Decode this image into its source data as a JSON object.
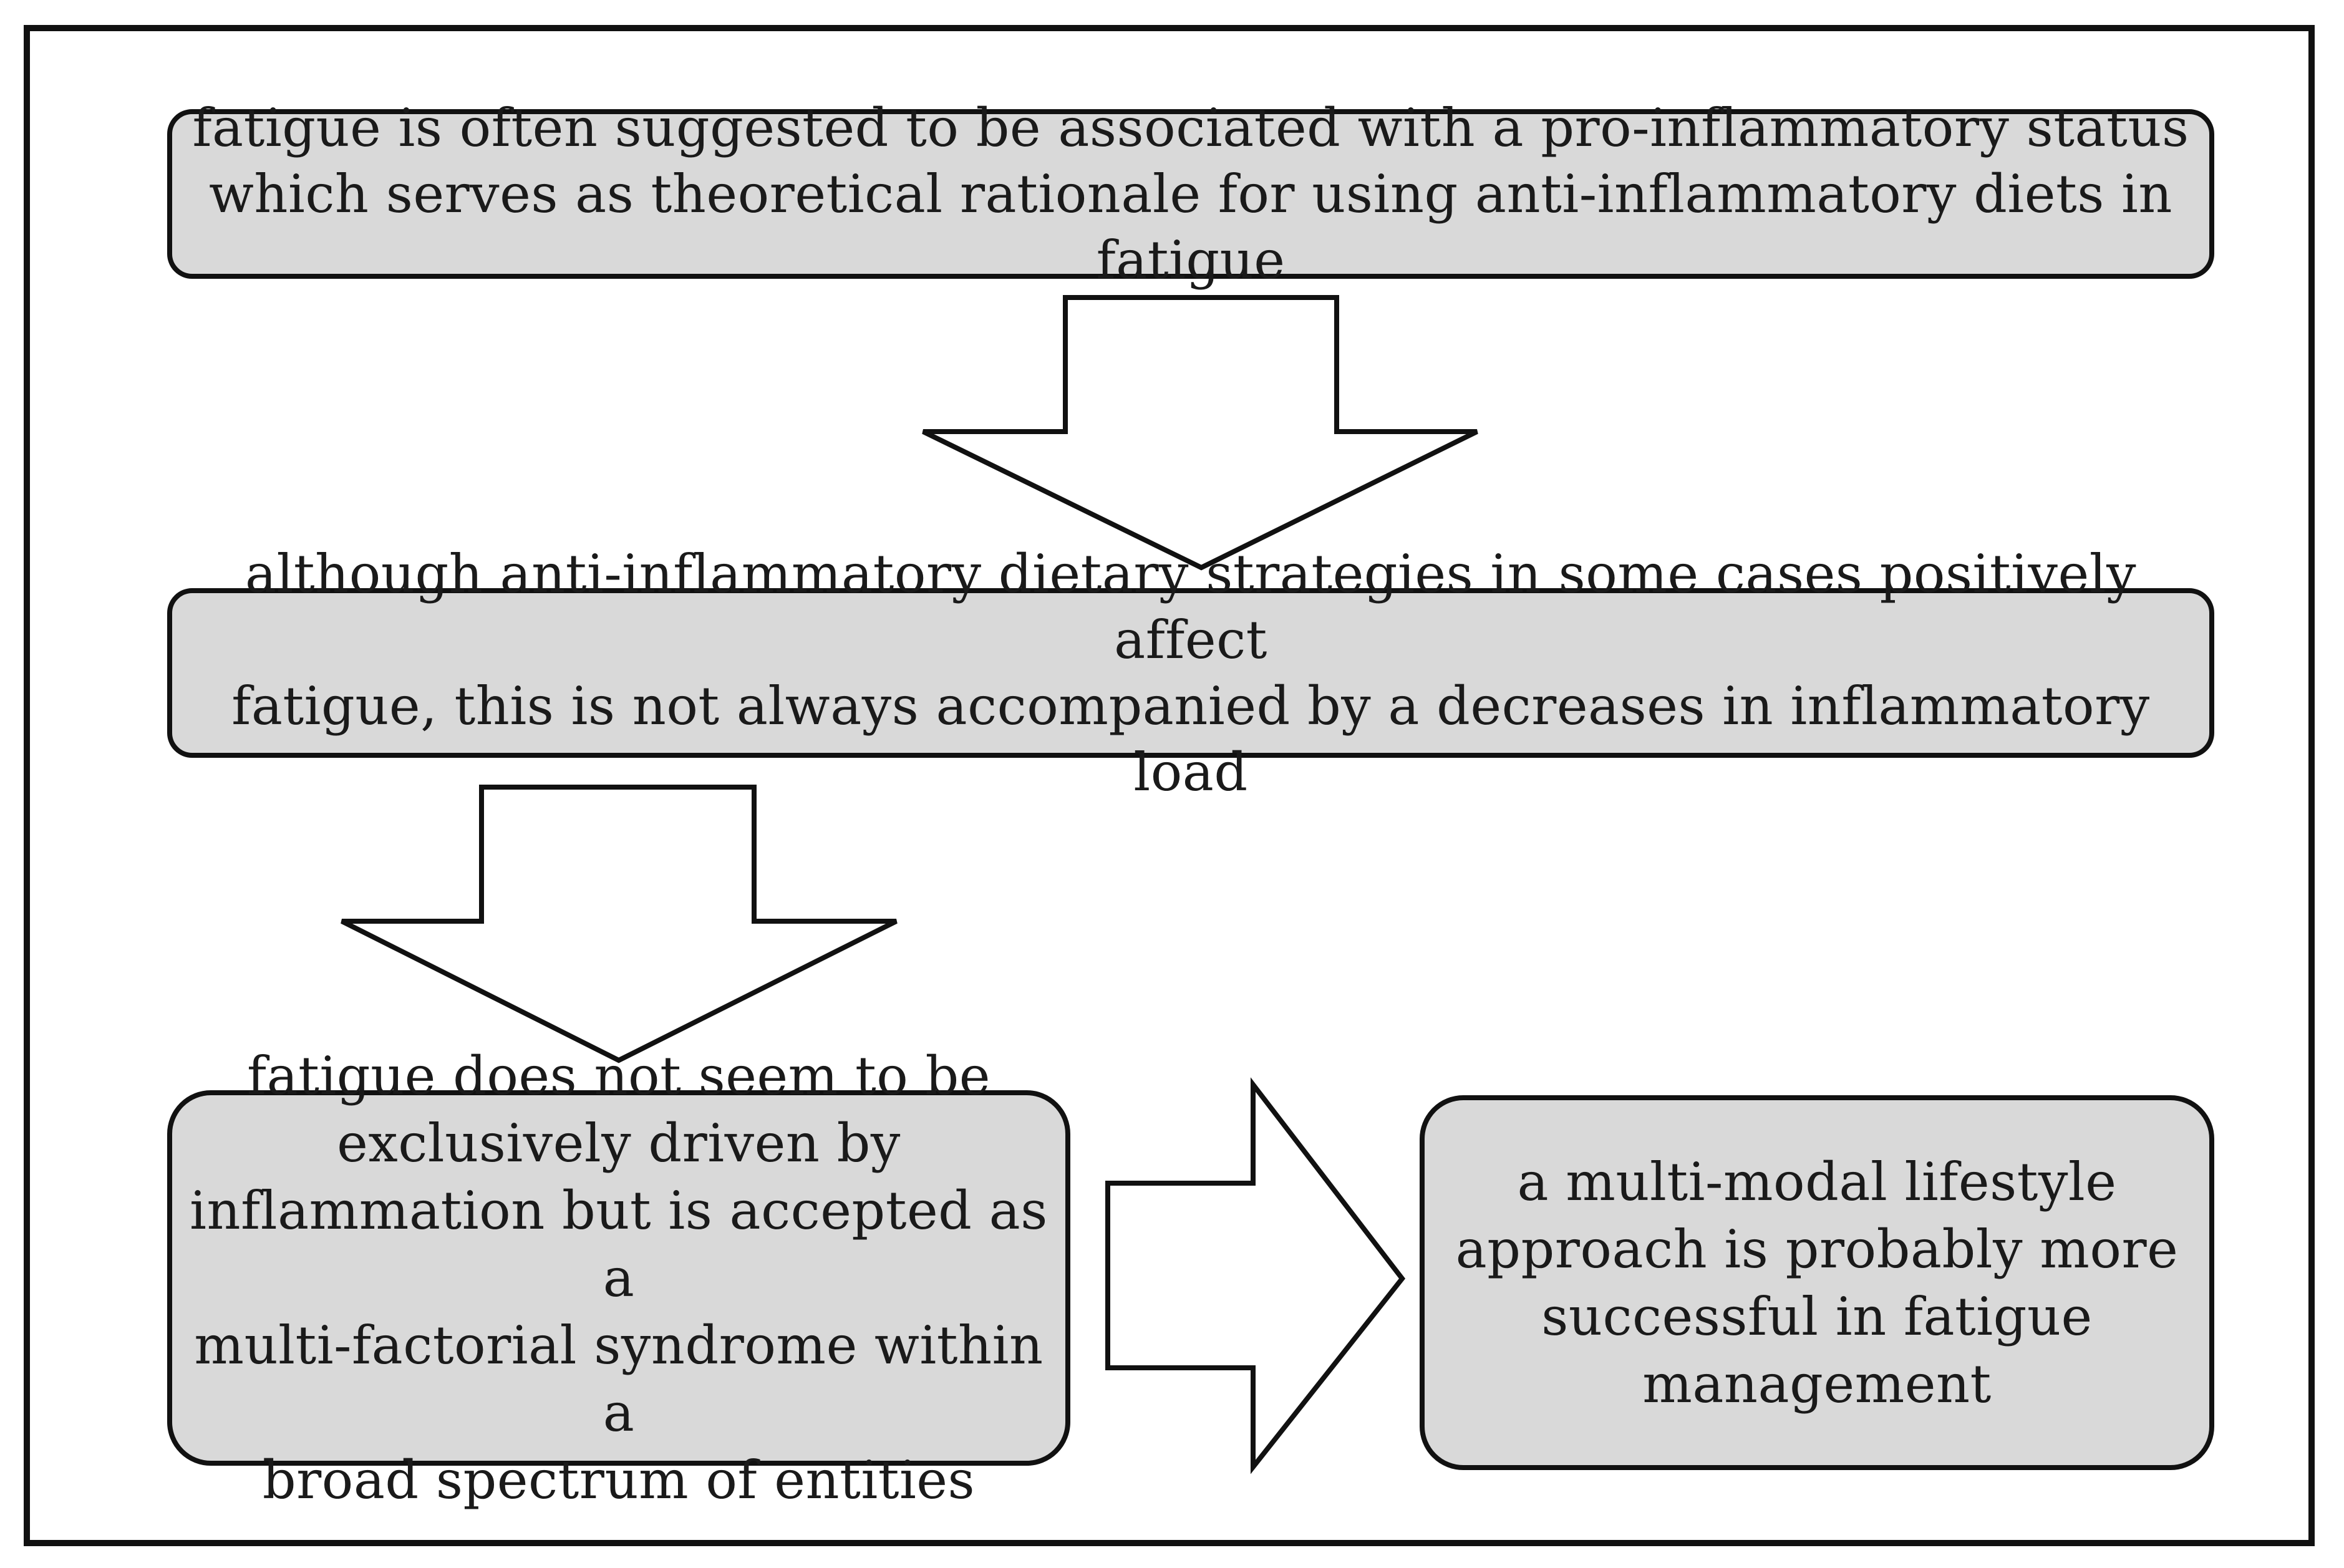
{
  "diagram": {
    "boxes": {
      "top": "fatigue is often suggested to be associated with a pro-inflammatory status\nwhich serves as theoretical rationale for using anti-inflammatory diets in fatigue",
      "middle": "although anti-inflammatory dietary strategies in some cases positively affect\nfatigue, this is not always accompanied by a decreases in inflammatory load",
      "bottom_left": "fatigue does not seem to be\nexclusively driven by\ninflammation but is accepted as a\nmulti-factorial syndrome within a\nbroad spectrum of entities",
      "bottom_right": "a multi-modal lifestyle\napproach is probably more\nsuccessful in fatigue\nmanagement"
    },
    "colors": {
      "box_fill": "#d9d9d9",
      "stroke": "#111111",
      "arrow_fill": "#ffffff"
    }
  }
}
